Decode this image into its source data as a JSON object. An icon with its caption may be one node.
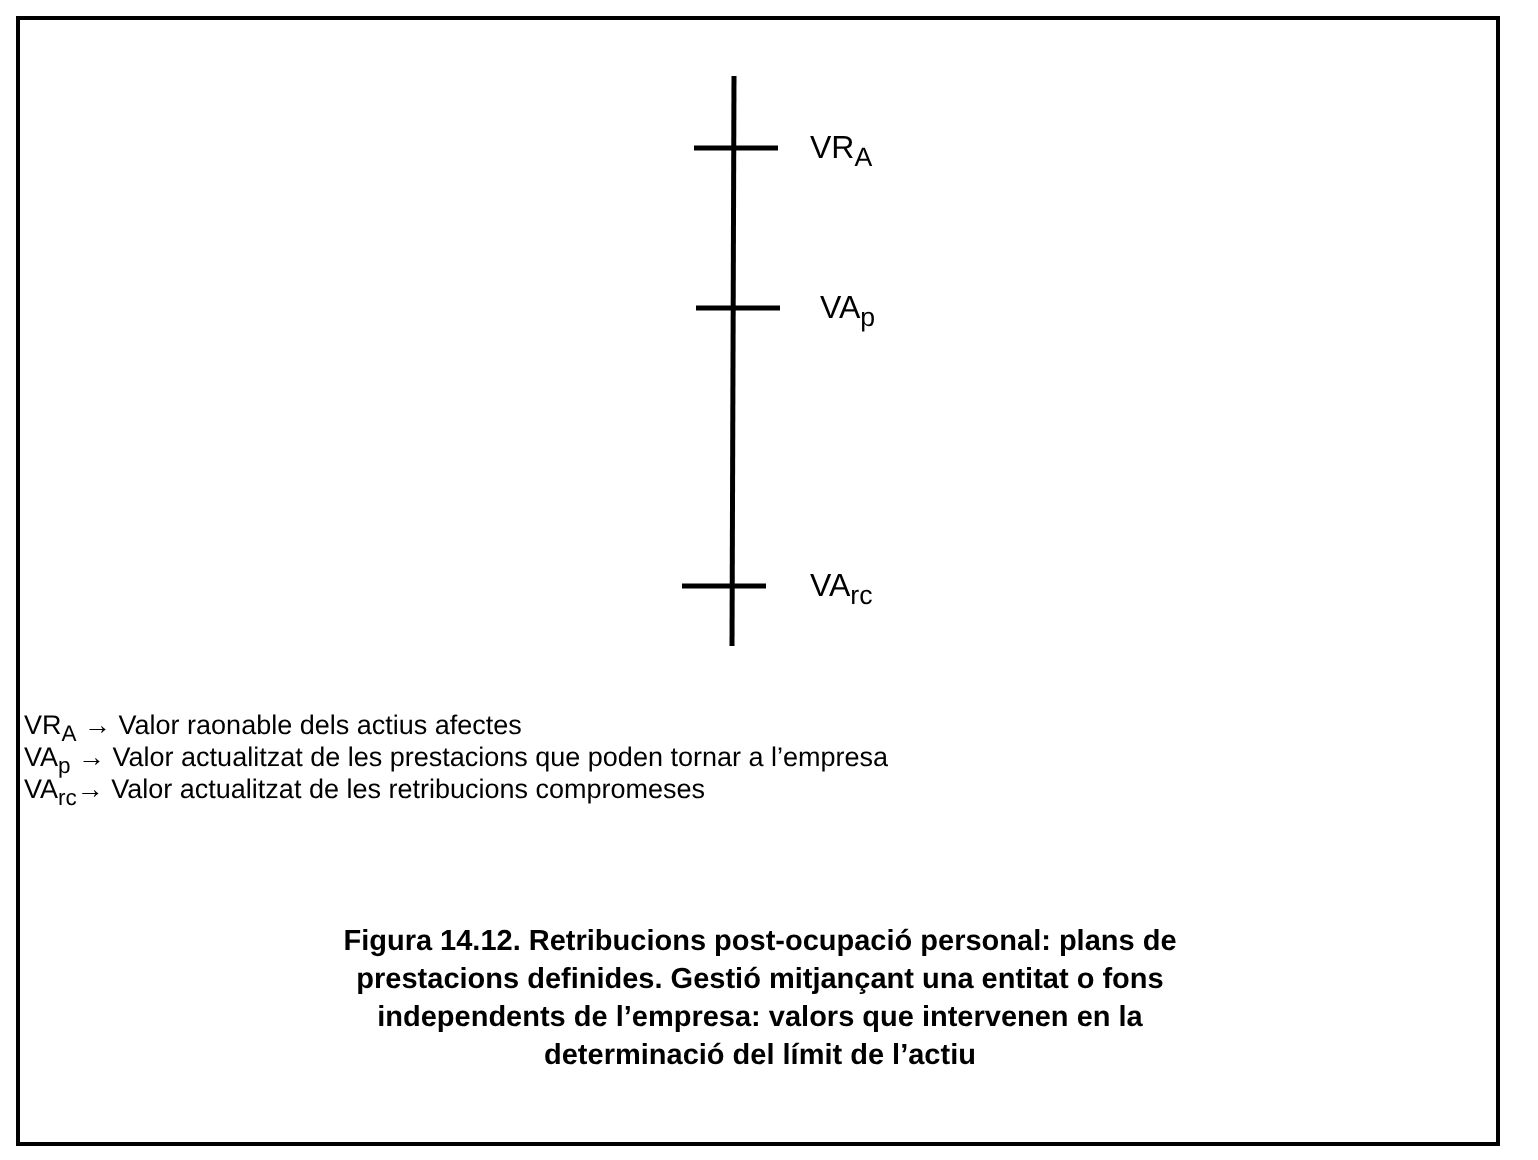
{
  "diagram": {
    "caption": "Figura 14.12. Retribucions post-ocupació personal: plans de prestacions definides. Gestió mitjançant una entitat o fons independents de l’empresa: valors que intervenen en la determinació del límit de l’actiu",
    "labels": [
      "VR$_{A}$",
      "VA$_{p}$",
      "VA$_{rc}$",
      "VR$_{A}$ → Valor raonable dels actius afectes",
      "VA$_{p}$ → Valor actualitzat de les prestacions que poden tornar a l’empresa",
      "VA$_{rc}$→ Valor actualitzat de les retribucions compromeses"
    ]
  }
}
